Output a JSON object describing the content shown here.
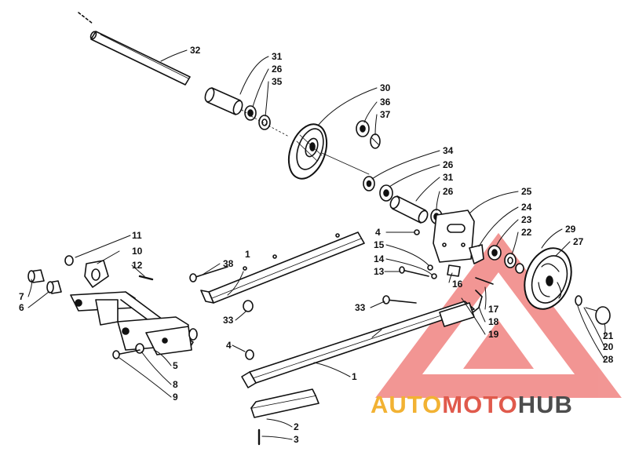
{
  "labels": [
    "32",
    "31",
    "26",
    "35",
    "30",
    "36",
    "37",
    "34",
    "26",
    "31",
    "26",
    "25",
    "24",
    "23",
    "22",
    "29",
    "27",
    "4",
    "15",
    "14",
    "13",
    "16",
    "17",
    "18",
    "19",
    "33",
    "11",
    "10",
    "12",
    "38",
    "1",
    "7",
    "6",
    "33",
    "4",
    "1",
    "5",
    "8",
    "9",
    "21",
    "20",
    "28",
    "2",
    "3"
  ],
  "watermark": {
    "parts": [
      "AUTO",
      "MOTO",
      "HUB"
    ],
    "colors": [
      "#f2b233",
      "#e05a4c",
      "#4d4d4d"
    ]
  },
  "colors": {
    "ink": "#111111",
    "watermark_triangle": "#e8403c"
  }
}
